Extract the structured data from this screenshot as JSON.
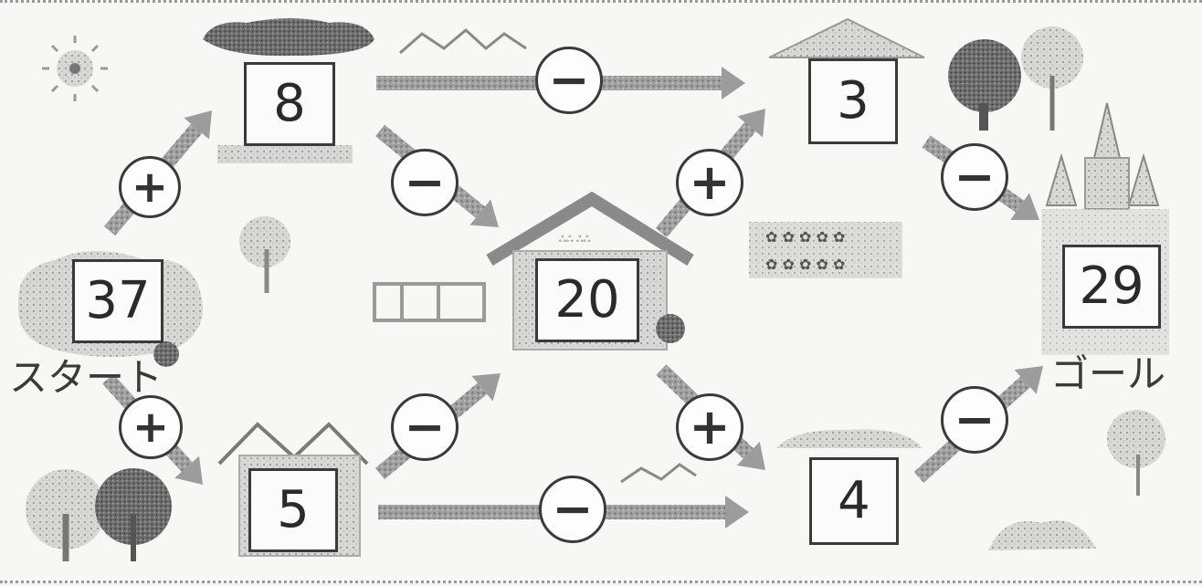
{
  "numbers": {
    "start": "37",
    "top_left": "8",
    "top_right": "3",
    "center": "20",
    "bottom_left": "5",
    "bottom_right": "4",
    "goal": "29"
  },
  "labels": {
    "start": "スタート",
    "goal": "ゴール"
  },
  "operators": {
    "start_to_8": "+",
    "start_to_5": "+",
    "8_to_3": "−",
    "8_to_20": "−",
    "20_to_3": "+",
    "5_to_20": "−",
    "20_to_4": "+",
    "5_to_4": "−",
    "3_to_goal": "−",
    "4_to_goal": "−"
  },
  "colors": {
    "box_border": "#3a3a3a",
    "arrow": "#9c9c9c",
    "scenery": "#8f8f8f"
  },
  "icons": [
    "sun-icon",
    "tree-icon",
    "house-icon",
    "castle-icon",
    "mountain-icon",
    "flower-icon",
    "fence-icon"
  ]
}
